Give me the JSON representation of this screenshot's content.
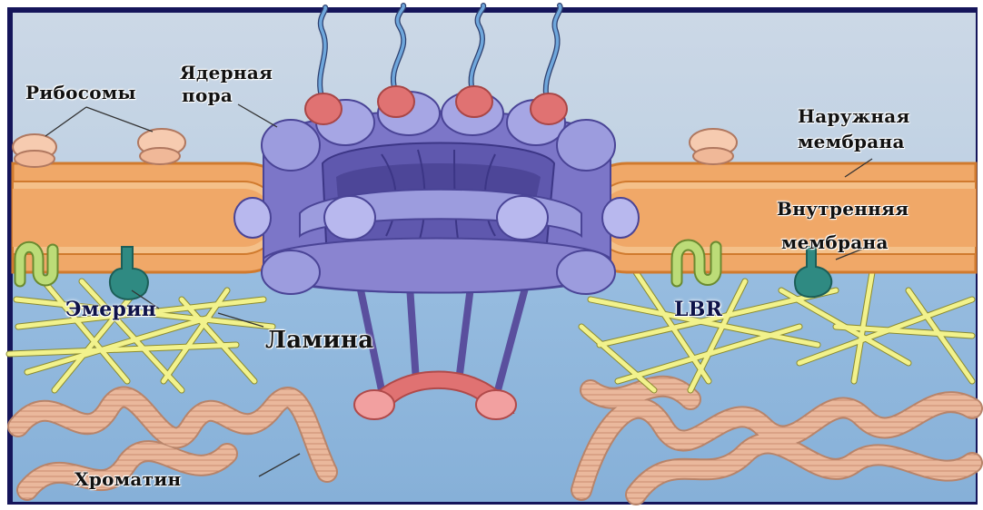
{
  "labels": {
    "ribosomes": "Рибосомы",
    "nuclear_pore_line1": "Ядерная",
    "nuclear_pore_line2": "пора",
    "outer_membrane_line1": "Наружная",
    "outer_membrane_line2": "мембрана",
    "inner_membrane_line1": "Внутренняя",
    "inner_membrane_line2": "мембрана",
    "emerin": "Эмерин",
    "lamina": "Ламина",
    "lbr": "LBR",
    "chromatin": "Хроматин"
  },
  "colors": {
    "cytoplasm": "#c4d4e4",
    "nucleoplasm": "#8fb6dc",
    "membrane_fill": "#f0a868",
    "membrane_outline": "#d07a2e",
    "pore_purple": "#9c9cde",
    "pore_dark": "#6a62b4",
    "pore_ring_red": "#e07272",
    "ribosome": "#f6cbb0",
    "lamin_filament": "#f0f08a",
    "chromatin": "#e9b89a",
    "emerin": "#2f8a82",
    "lbr": "#b6d870"
  }
}
